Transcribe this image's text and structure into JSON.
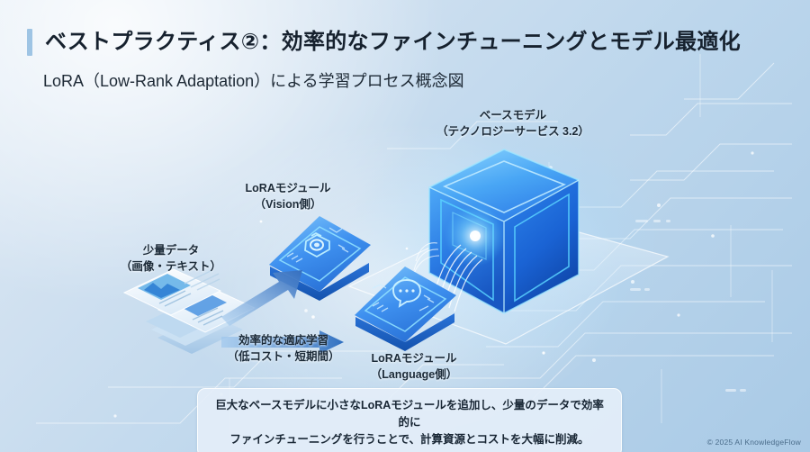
{
  "header": {
    "title": "ベストプラクティス②：効率的なファインチューニングとモデル最適化",
    "subtitle": "LoRA（Low-Rank Adaptation）による学習プロセス概念図",
    "accent_color": "#9ec4e4"
  },
  "diagram": {
    "base_model": {
      "line1": "ベースモデル",
      "line2": "（テクノロジーサービス 3.2）",
      "icon": "glowing-cube-icon",
      "color": "#1f6fe0"
    },
    "lora_vision": {
      "line1": "LoRAモジュール",
      "line2": "（Vision側）",
      "icon": "camera-icon",
      "color": "#2f7fe5"
    },
    "lora_language": {
      "line1": "LoRAモジュール",
      "line2": "（Language側）",
      "icon": "speech-bubble-icon",
      "color": "#2f7fe5"
    },
    "small_data": {
      "line1": "少量データ",
      "line2": "（画像・テキスト）",
      "icon": "document-stack-icon"
    },
    "adaptive_learning": {
      "line1": "効率的な適応学習",
      "line2": "（低コスト・短期間）",
      "icon": "arrow-right-icon"
    }
  },
  "caption": {
    "line1": "巨大なベースモデルに小さなLoRAモジュールを追加し、少量のデータで効率的に",
    "line2": "ファインチューニングを行うことで、計算資源とコストを大幅に削減。"
  },
  "footer": {
    "copyright": "© 2025 AI KnowledgeFlow"
  }
}
